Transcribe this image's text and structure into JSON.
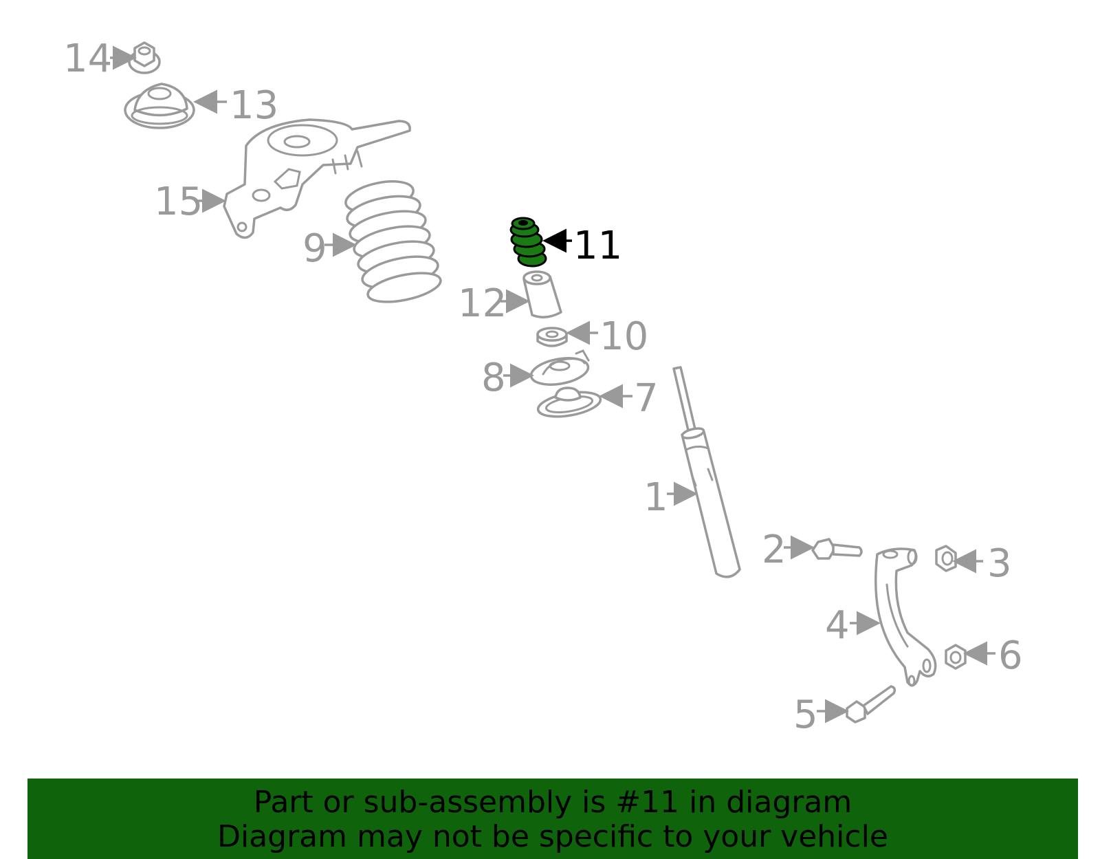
{
  "diagram": {
    "callouts": [
      "14",
      "13",
      "15",
      "9",
      "11",
      "12",
      "10",
      "8",
      "7",
      "1",
      "2",
      "3",
      "4",
      "6",
      "5"
    ],
    "highlighted_part": "11",
    "highlight_color": "#1a7a14",
    "part_color": "#9a9a9a"
  },
  "banner": {
    "line1": "Part or sub-assembly is #11 in diagram",
    "line2": "Diagram may not be specific to your vehicle",
    "background": "#0f630a"
  }
}
